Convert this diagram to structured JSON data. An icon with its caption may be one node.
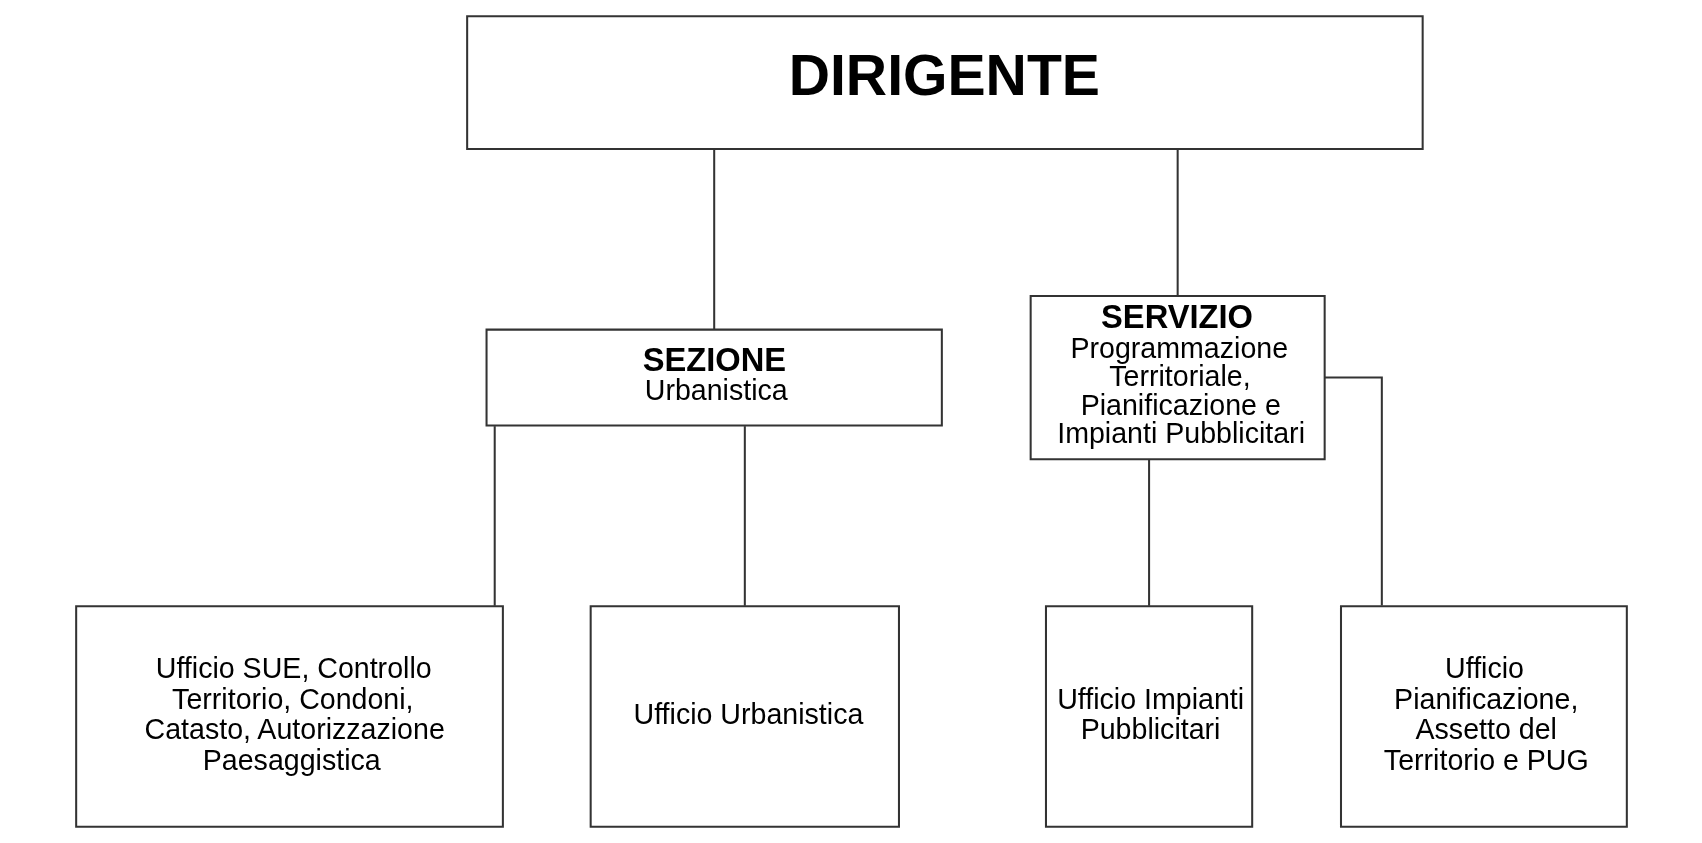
{
  "diagram": {
    "nodes": [
      {
        "text": [
          "DIRIGENTE"
        ]
      },
      {
        "text": [
          "SEZIONE",
          "Urbanistica"
        ]
      },
      {
        "text": [
          "SERVIZIO",
          "Programmazione Territoriale, Pianificazione e Impianti Pubblicitari"
        ]
      },
      {
        "text": [
          "Ufficio SUE, Controllo Territorio, Condoni, Catasto, Autorizzazione Paesaggistica"
        ]
      },
      {
        "text": [
          "Ufficio Urbanistica"
        ]
      },
      {
        "text": [
          "Ufficio Impianti Pubblicitari"
        ]
      },
      {
        "text": [
          "Ufficio Pianificazione, Assetto del Territorio e PUG"
        ]
      }
    ],
    "edges": [
      {
        "from": 0,
        "to": 1,
        "arrow": "none"
      },
      {
        "from": 0,
        "to": 2,
        "arrow": "none"
      },
      {
        "from": 1,
        "to": 3,
        "arrow": "none"
      },
      {
        "from": 1,
        "to": 4,
        "arrow": "none"
      },
      {
        "from": 2,
        "to": 5,
        "arrow": "none"
      },
      {
        "from": 2,
        "to": 6,
        "arrow": "none"
      }
    ]
  }
}
